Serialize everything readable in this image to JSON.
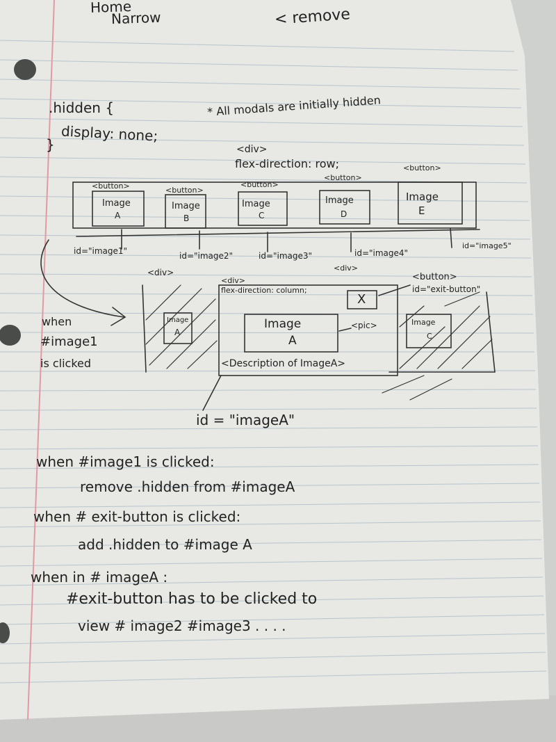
{
  "top_fragments": {
    "left": "Home",
    "middle": "Narrow",
    "right": "< remove"
  },
  "css_rule": {
    "selector": ".hidden {",
    "declaration": "display: none;",
    "close": "}"
  },
  "note_modals": "* All modals are initially hidden",
  "row_container": {
    "tag": "<div>",
    "style": "flex-direction: row;"
  },
  "buttons": [
    {
      "tag": "<button>",
      "label_line1": "Image",
      "label_line2": "A",
      "id_label": "id=\"image1\""
    },
    {
      "tag": "<button>",
      "label_line1": "Image",
      "label_line2": "B",
      "id_label": "id=\"image2\""
    },
    {
      "tag": "<button>",
      "label_line1": "Image",
      "label_line2": "C",
      "id_label": "id=\"image3\""
    },
    {
      "tag": "<button>",
      "label_line1": "Image",
      "label_line2": "D",
      "id_label": "id=\"image4\""
    },
    {
      "tag": "<button>",
      "label_line1": "Image",
      "label_line2": "E",
      "id_label": "id=\"image5\""
    }
  ],
  "overlay_div_tag": "<div>",
  "small_div_tag": "<div>",
  "trigger_note": [
    "when",
    "#image1",
    "is clicked"
  ],
  "modal": {
    "div_tag": "<div>",
    "style": "flex-direction: column;",
    "exit_symbol": "X",
    "exit_tag": "<button>",
    "exit_id": "id=\"exit-button\"",
    "image_line1": "Image",
    "image_line2": "A",
    "pic_tag": "<pic>",
    "description": "<Description of ImageA>",
    "id_label": "id = \"imageA\""
  },
  "background_images": {
    "left_line1": "Image",
    "left_line2": "A",
    "right_line1": "Image",
    "right_line2": "C"
  },
  "logic": [
    "when #image1 is clicked:",
    "remove .hidden from #imageA",
    "when # exit-button is clicked:",
    "add .hidden to #image A",
    "when in # imageA :",
    "#exit-button has to be clicked to",
    "view # image2 #image3 . . . ."
  ]
}
